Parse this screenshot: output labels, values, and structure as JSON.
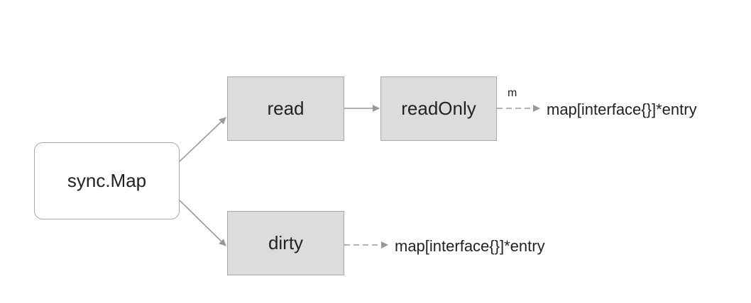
{
  "diagram": {
    "nodes": {
      "sync_map": "sync.Map",
      "read": "read",
      "read_only": "readOnly",
      "dirty": "dirty"
    },
    "labels": {
      "read_only_target": "map[interface{}]*entry",
      "dirty_target": "map[interface{}]*entry",
      "edge_m": "m"
    },
    "colors": {
      "node_fill": "#dcdcdc",
      "node_border": "#a8a8a8",
      "arrow": "#999999",
      "text": "#222222"
    }
  }
}
